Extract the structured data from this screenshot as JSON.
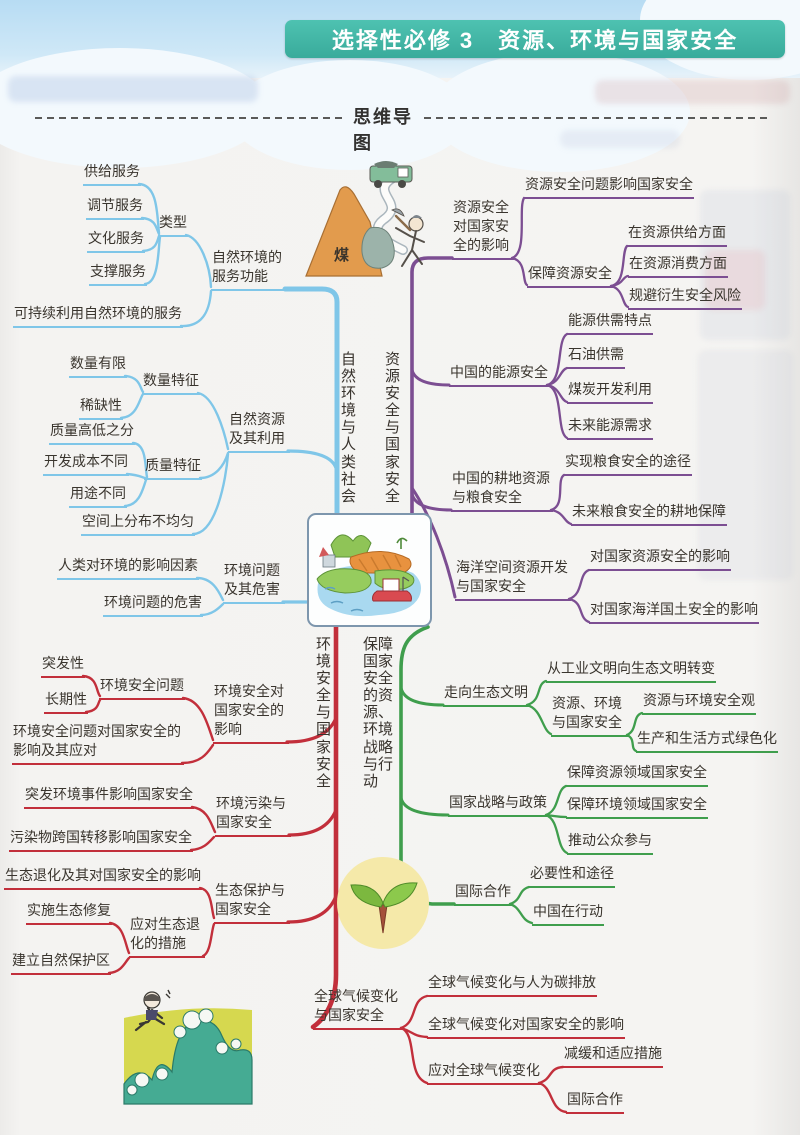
{
  "banner": {
    "title": "选择性必修 3　资源、环境与国家安全"
  },
  "header": {
    "label": "思维导图"
  },
  "colors": {
    "banner_teal": "#3fb3a2",
    "nature_blue": "#7fc6e8",
    "resource_purple": "#7c4e92",
    "environment_red": "#c22f3b",
    "strategy_green": "#3f9e4d",
    "climate_red": "#c22f3b"
  },
  "illustrations": {
    "coal_label": "煤"
  },
  "branch_nature": {
    "label": "自然环境与人类社会",
    "nodes": {
      "service_fn": "自然环境的服务功能",
      "type": "类型",
      "supply": "供给服务",
      "regulate": "调节服务",
      "culture": "文化服务",
      "support": "支撑服务",
      "sustain": "可持续利用自然环境的服务",
      "resource_use": "自然资源及其利用",
      "quantity": "数量特征",
      "qty_limited": "数量有限",
      "scarcity": "稀缺性",
      "quality": "质量特征",
      "quality_diff": "质量高低之分",
      "cost_diff": "开发成本不同",
      "use_diff": "用途不同",
      "spatial": "空间上分布不均匀",
      "env_problem": "环境问题及其危害",
      "human_impact": "人类对环境的影响因素",
      "problem_harm": "环境问题的危害"
    }
  },
  "branch_resource": {
    "label": "资源安全与国家安全",
    "nodes": {
      "impact_parent": "资源安全对国家安全的影响",
      "impact_q": "资源安全问题影响国家安全",
      "ensure": "保障资源安全",
      "supply_side": "在资源供给方面",
      "consume_side": "在资源消费方面",
      "avoid_risk": "规避衍生安全风险",
      "energy": "中国的能源安全",
      "energy_feature": "能源供需特点",
      "oil": "石油供需",
      "coal_dev": "煤炭开发利用",
      "future_energy": "未来能源需求",
      "farmland": "中国的耕地资源与粮食安全",
      "food_path": "实现粮食安全的途径",
      "food_guarantee": "未来粮食安全的耕地保障",
      "ocean": "海洋空间资源开发与国家安全",
      "ocean_res": "对国家资源安全的影响",
      "ocean_land": "对国家海洋国土安全的影响"
    }
  },
  "branch_environment": {
    "label": "环境安全与国家安全",
    "nodes": {
      "env_impact": "环境安全对国家安全的影响",
      "env_q": "环境安全问题",
      "sudden": "突发性",
      "longterm": "长期性",
      "env_q_impact": "环境安全问题对国家安全的影响及其应对",
      "pollution": "环境污染与国家安全",
      "sudden_event": "突发环境事件影响国家安全",
      "transborder": "污染物跨国转移影响国家安全",
      "eco_protect": "生态保护与国家安全",
      "eco_degrade": "生态退化及其对国家安全的影响",
      "eco_measures": "应对生态退化的措施",
      "eco_restore": "实施生态修复",
      "nature_reserve": "建立自然保护区"
    }
  },
  "branch_strategy": {
    "label": "保障国家安全的资源、环境战略与行动",
    "nodes": {
      "eco_civ": "走向生态文明",
      "transform": "从工业文明向生态文明转变",
      "res_env_sec": "资源、环境与国家安全",
      "sec_view": "资源与环境安全观",
      "green_lifestyle": "生产和生活方式绿色化",
      "strategy": "国家战略与政策",
      "res_field": "保障资源领域国家安全",
      "env_field": "保障环境领域国家安全",
      "public": "推动公众参与",
      "intl": "国际合作",
      "necessity": "必要性和途径",
      "china_action": "中国在行动"
    }
  },
  "branch_climate": {
    "label": "全球气候变化与国家安全",
    "nodes": {
      "carbon": "全球气候变化与人为碳排放",
      "climate_impact": "全球气候变化对国家安全的影响",
      "respond": "应对全球气候变化",
      "mitigation": "减缓和适应措施",
      "intl_coop": "国际合作"
    }
  }
}
